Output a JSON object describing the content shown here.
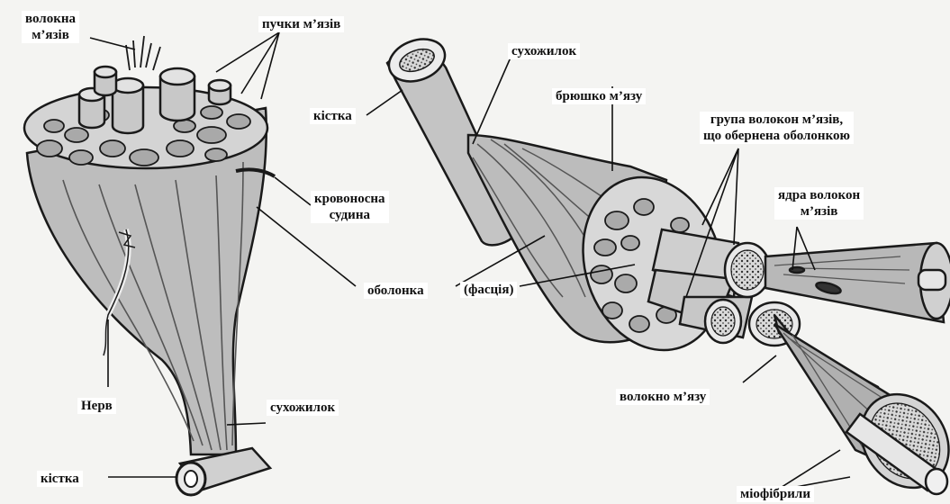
{
  "labels": {
    "volokna_myaziv": "волокна\nм’язів",
    "puchky_myaziv": "пучки м’язів",
    "kistka_top": "кістка",
    "krovonosna_sudyna": "кровоносна\nсудина",
    "nerv": "Нерв",
    "sukhozhylok_bottom": "сухожилок",
    "kistka_bottom": "кістка",
    "sukhozhylok_top": "сухожилок",
    "bryushko_myazu": "брюшко м’язу",
    "hrupa_volokon": "група волокон м’язів,\nщо обернена оболонкою",
    "yadra_volokon": "ядра волокон\nм’язів",
    "obolonka": "оболонка",
    "fastsiya": "(фасція)",
    "volokno_myazu": "волокно м’язу",
    "miofibryly": "міофібрили"
  },
  "colors": {
    "fill": "#bdbdbd",
    "fill_dark": "#8f8f8f",
    "fill_light": "#e2e2e2",
    "ink": "#1a1a1a"
  }
}
